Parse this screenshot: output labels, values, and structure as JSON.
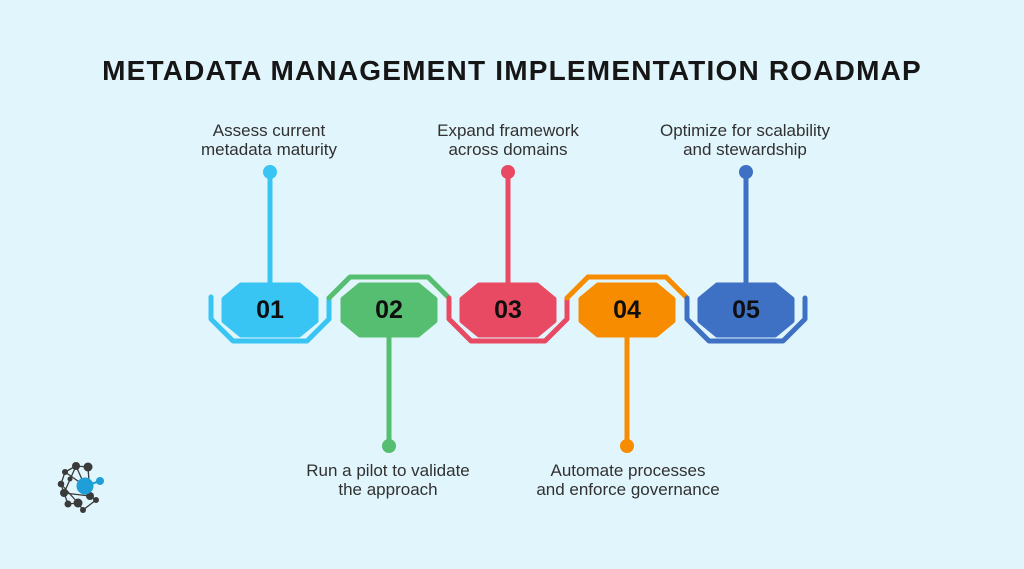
{
  "title": "METADATA MANAGEMENT IMPLEMENTATION ROADMAP",
  "colors": {
    "background": "#E1F5FC",
    "title_text": "#161616",
    "label_text": "#313131",
    "number_text": "#0F0F0F",
    "logo_blue": "#1E9FD8",
    "logo_dark": "#3A3A3A"
  },
  "steps": [
    {
      "number": "01",
      "color": "#38C5F4",
      "label_line1": "Assess current",
      "label_line2": "metadata maturity",
      "label_position": "above"
    },
    {
      "number": "02",
      "color": "#56BE70",
      "label_line1": "Run a pilot to validate",
      "label_line2": "the approach",
      "label_position": "below"
    },
    {
      "number": "03",
      "color": "#E74A62",
      "label_line1": "Expand framework",
      "label_line2": "across domains",
      "label_position": "above"
    },
    {
      "number": "04",
      "color": "#F78C00",
      "label_line1": "Automate processes",
      "label_line2": "and enforce governance",
      "label_position": "below"
    },
    {
      "number": "05",
      "color": "#3E70C4",
      "label_line1": "Optimize for scalability",
      "label_line2": "and stewardship",
      "label_position": "above"
    }
  ],
  "logo": {
    "name": "network-graph-logo"
  }
}
